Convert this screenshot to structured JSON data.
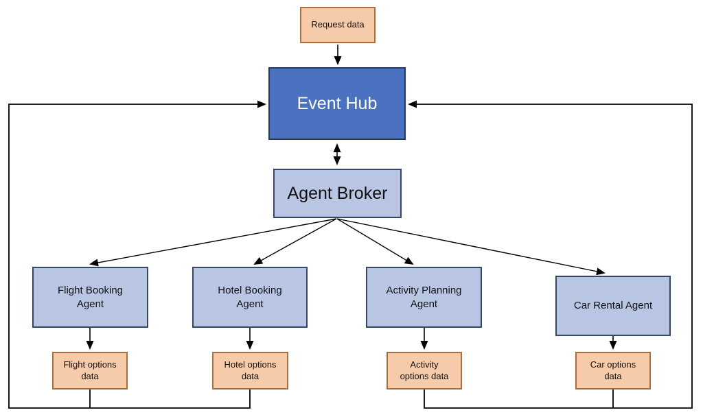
{
  "palette": {
    "background": "#FFFFFF",
    "orange_fill": "#F5CBA9",
    "orange_border": "#AE6D3A",
    "dark_blue_fill": "#4A72C1",
    "dark_blue_border": "#263A5E",
    "light_blue_fill": "#B8C6E4",
    "light_blue_border": "#35466B",
    "connector_color": "#000000",
    "event_hub_text": "#FFFFFF"
  },
  "nodes": {
    "request_data": {
      "label": "Request data"
    },
    "event_hub": {
      "label": "Event Hub"
    },
    "agent_broker": {
      "label": "Agent Broker"
    },
    "flight_agent": {
      "label": "Flight Booking\nAgent"
    },
    "hotel_agent": {
      "label": "Hotel Booking\nAgent"
    },
    "activity_agent": {
      "label": "Activity Planning\nAgent"
    },
    "car_agent": {
      "label": "Car Rental Agent"
    },
    "flight_data": {
      "label": "Flight options\ndata"
    },
    "hotel_data": {
      "label": "Hotel options\ndata"
    },
    "activity_data": {
      "label": "Activity\noptions data"
    },
    "car_data": {
      "label": "Car options\ndata"
    }
  },
  "edges": [
    {
      "from": "request_data",
      "to": "event_hub",
      "style": "arrow"
    },
    {
      "from": "event_hub",
      "to": "agent_broker",
      "style": "double-arrow"
    },
    {
      "from": "agent_broker",
      "to": "flight_agent",
      "style": "arrow"
    },
    {
      "from": "agent_broker",
      "to": "hotel_agent",
      "style": "arrow"
    },
    {
      "from": "agent_broker",
      "to": "activity_agent",
      "style": "arrow"
    },
    {
      "from": "agent_broker",
      "to": "car_agent",
      "style": "arrow"
    },
    {
      "from": "flight_agent",
      "to": "flight_data",
      "style": "arrow"
    },
    {
      "from": "hotel_agent",
      "to": "hotel_data",
      "style": "arrow"
    },
    {
      "from": "activity_agent",
      "to": "activity_data",
      "style": "arrow"
    },
    {
      "from": "car_agent",
      "to": "car_data",
      "style": "arrow"
    },
    {
      "from": "flight_data",
      "to": "event_hub",
      "style": "arrow",
      "route": "left-loop"
    },
    {
      "from": "hotel_data",
      "to": "event_hub",
      "style": "arrow",
      "route": "left-loop"
    },
    {
      "from": "activity_data",
      "to": "event_hub",
      "style": "arrow",
      "route": "right-loop"
    },
    {
      "from": "car_data",
      "to": "event_hub",
      "style": "arrow",
      "route": "right-loop"
    }
  ]
}
